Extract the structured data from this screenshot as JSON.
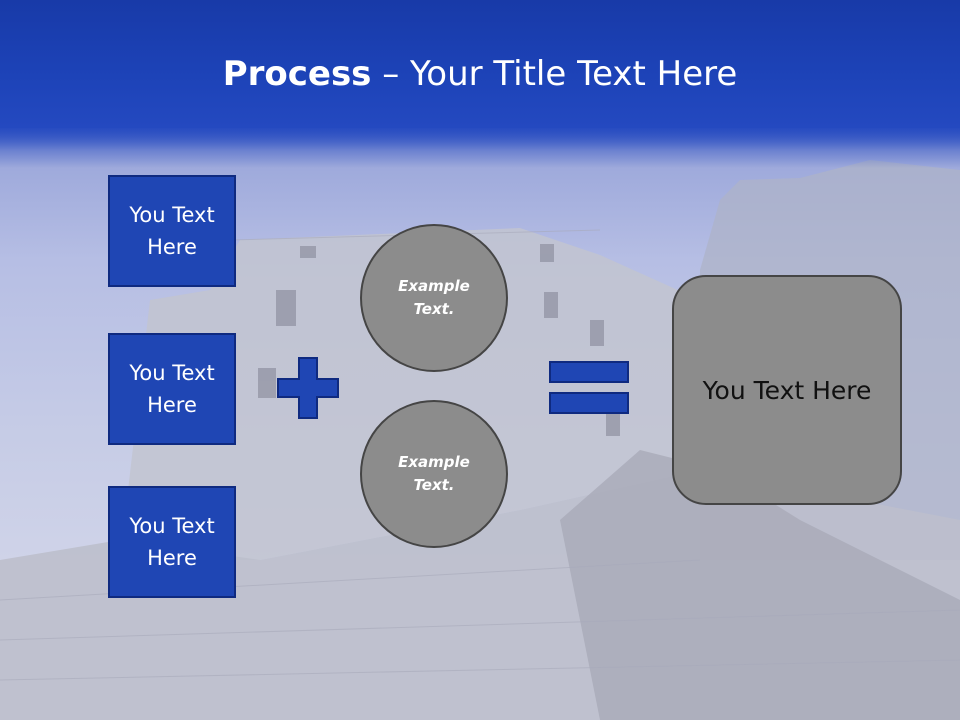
{
  "title": {
    "bold": "Process",
    "rest": " – Your Title Text Here"
  },
  "boxes": [
    {
      "text": "You Text Here"
    },
    {
      "text": "You Text Here"
    },
    {
      "text": "You Text Here"
    }
  ],
  "circles": [
    {
      "text": "Example Text."
    },
    {
      "text": "Example Text."
    }
  ],
  "operators": {
    "plus": "plus-icon",
    "equals": "equals-icon"
  },
  "result": {
    "text": "You Text Here"
  },
  "colors": {
    "title_bar": "#1d43b8",
    "box_fill": "#1f46b4",
    "circle_fill": "#8c8c8c",
    "operator": "#1f46b4"
  }
}
